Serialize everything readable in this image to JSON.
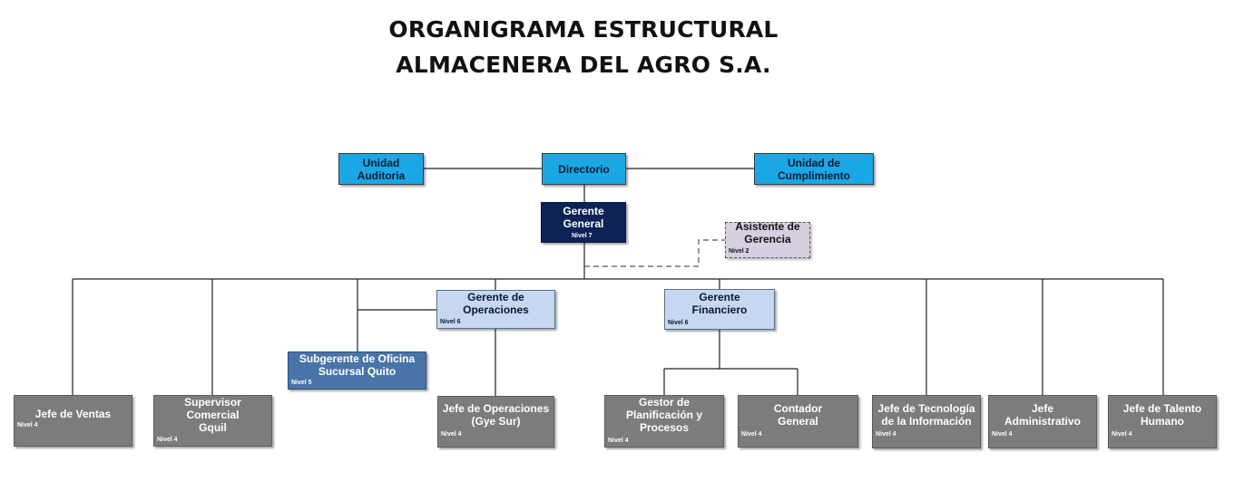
{
  "header": {
    "title_line1": "ORGANIGRAMA ESTRUCTURAL",
    "title_line2": "ALMACENERA DEL AGRO S.A."
  },
  "nodes": {
    "unidad_auditoria": {
      "label": "Unidad\nAuditoria"
    },
    "directorio": {
      "label": "Directorio"
    },
    "unidad_cumplimiento": {
      "label": "Unidad de\nCumplimiento"
    },
    "gerente_general": {
      "label": "Gerente\nGeneral",
      "level": "Nivel 7"
    },
    "asistente_gerencia": {
      "label": "Asistente de\nGerencia",
      "level": "Nivel 2"
    },
    "gerente_operaciones": {
      "label": "Gerente de\nOperaciones",
      "level": "Nivel 6"
    },
    "gerente_financiero": {
      "label": "Gerente\nFinanciero",
      "level": "Nivel 6"
    },
    "subgerente_oficina": {
      "label": "Subgerente de Oficina\nSucursal Quito",
      "level": "Nivel 5"
    },
    "jefe_ventas": {
      "label": "Jefe de Ventas",
      "level": "Nivel 4"
    },
    "supervisor_comercial": {
      "label": "Supervisor\nComercial\nGquil",
      "level": "Nivel 4"
    },
    "jefe_operaciones": {
      "label": "Jefe de Operaciones\n(Gye Sur)",
      "level": "Nivel 4"
    },
    "gestor_planificacion": {
      "label": "Gestor de\nPlanificación y\nProcesos",
      "level": "Nivel 4"
    },
    "contador_general": {
      "label": "Contador\nGeneral",
      "level": "Nivel 4"
    },
    "jefe_tecnologia": {
      "label": "Jefe de Tecnología\nde la Información",
      "level": "Nivel 4"
    },
    "jefe_administrativo": {
      "label": "Jefe\nAdministrativo",
      "level": "Nivel 4"
    },
    "jefe_talento": {
      "label": "Jefe de Talento\nHumano",
      "level": "Nivel 4"
    }
  },
  "colors": {
    "top_boxes": "#1aa7e6",
    "general_manager": "#0d2257",
    "managers": "#c6d8ef",
    "subgerente": "#4a74a8",
    "staff": "#7c7c7c",
    "assistant": "#d6cee1"
  }
}
